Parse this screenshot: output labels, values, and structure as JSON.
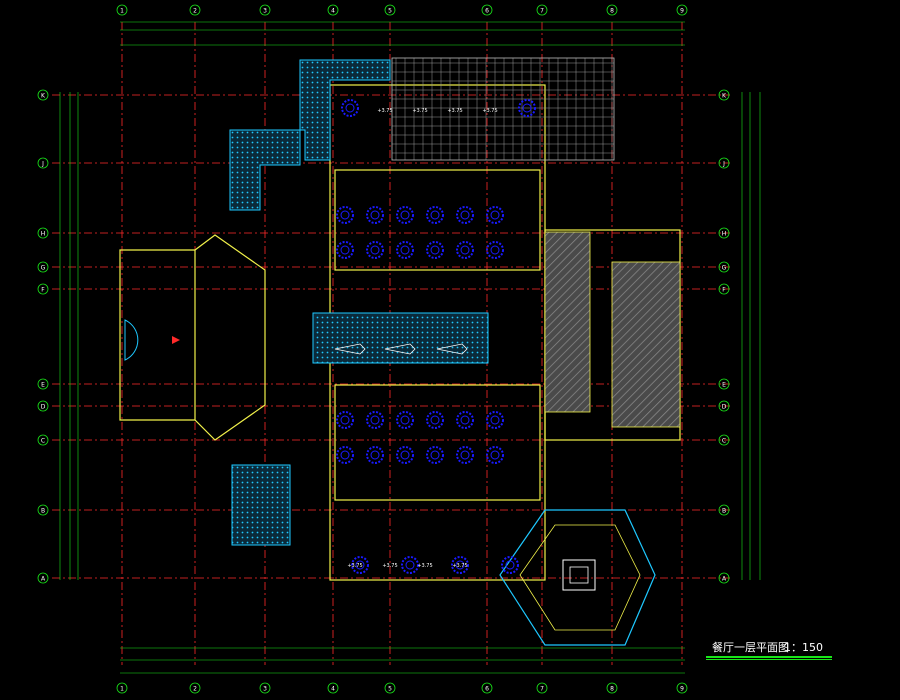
{
  "drawing": {
    "title": "餐厅一层平面图",
    "scale": "1：150",
    "colors": {
      "background": "#000000",
      "axis": "#ff2a2a",
      "dimension": "#19e619",
      "wall": "#f2f24a",
      "seat": "#1a1aff",
      "pool": "#1ec8ff",
      "furniture": "#ff3cff",
      "hatch": "#9a9a9a",
      "white": "#ffffff"
    }
  },
  "grid_axes": {
    "columns": [
      "1",
      "2",
      "3",
      "4",
      "5",
      "6",
      "7",
      "8",
      "9"
    ],
    "rows": [
      "K",
      "J",
      "H",
      "G",
      "F",
      "E",
      "D",
      "C",
      "B",
      "A"
    ]
  },
  "tables": {
    "top_rooms": [
      "+3.75",
      "+3.75",
      "+3.75",
      "+3.75"
    ],
    "bottom_rooms": [
      "+3.75",
      "+3.75",
      "+3.75",
      "+3.75"
    ]
  }
}
